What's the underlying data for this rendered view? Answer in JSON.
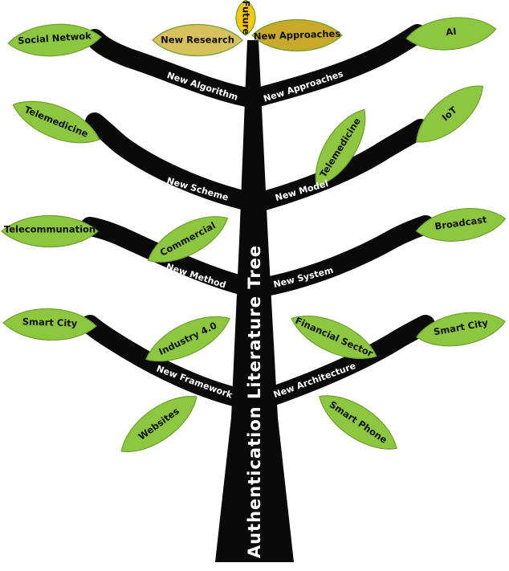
{
  "trunk_title": "Authentication Literature Tree",
  "future": {
    "label": "Future",
    "leaves": [
      "New Research",
      "New Approaches"
    ]
  },
  "levels": [
    {
      "left": {
        "branch": "New Algorithm",
        "leaves": [
          "Social Netwok"
        ]
      },
      "right": {
        "branch": "New Approaches",
        "leaves": [
          "AI"
        ]
      }
    },
    {
      "left": {
        "branch": "New Scheme",
        "leaves": [
          "Telemedicine"
        ]
      },
      "right": {
        "branch": "New Model",
        "leaves": [
          "Telemedicine",
          "IoT"
        ]
      }
    },
    {
      "left": {
        "branch": "New Method",
        "leaves": [
          "Telecommunation",
          "Commercial"
        ]
      },
      "right": {
        "branch": "New System",
        "leaves": [
          "Broadcast"
        ]
      }
    },
    {
      "left": {
        "branch": "New Framework",
        "leaves": [
          "Smart City",
          "Industry 4.0",
          "Websites"
        ]
      },
      "right": {
        "branch": "New Architecture",
        "leaves": [
          "Financial Sector",
          "Smart City",
          "Smart Phone"
        ]
      }
    }
  ],
  "colors": {
    "trunk": "#0a0a0a",
    "leaf": "#8dc63f",
    "leaf_edge": "#6fa02c",
    "future_leaf_light": "#d7c15c",
    "future_leaf_dark": "#c9a92a",
    "future_bud": "#f2c811"
  }
}
